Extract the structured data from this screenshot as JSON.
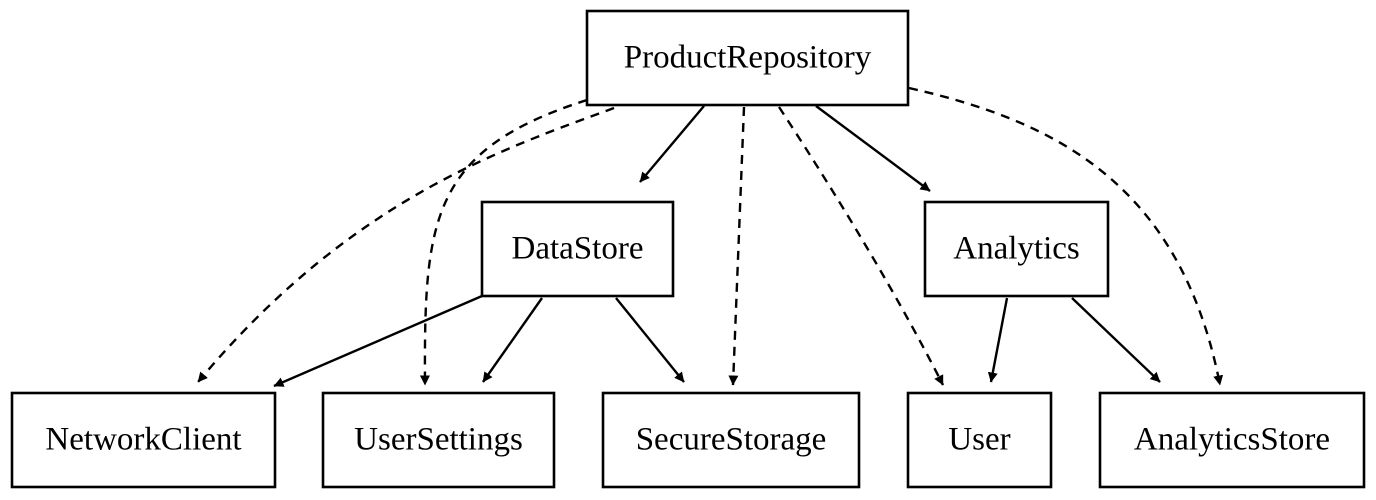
{
  "diagram": {
    "type": "dependency-graph",
    "nodes": [
      {
        "id": "ProductRepository",
        "label": "ProductRepository"
      },
      {
        "id": "DataStore",
        "label": "DataStore"
      },
      {
        "id": "Analytics",
        "label": "Analytics"
      },
      {
        "id": "NetworkClient",
        "label": "NetworkClient"
      },
      {
        "id": "UserSettings",
        "label": "UserSettings"
      },
      {
        "id": "SecureStorage",
        "label": "SecureStorage"
      },
      {
        "id": "User",
        "label": "User"
      },
      {
        "id": "AnalyticsStore",
        "label": "AnalyticsStore"
      }
    ],
    "edges": [
      {
        "from": "ProductRepository",
        "to": "DataStore",
        "style": "solid"
      },
      {
        "from": "ProductRepository",
        "to": "Analytics",
        "style": "solid"
      },
      {
        "from": "ProductRepository",
        "to": "NetworkClient",
        "style": "dashed"
      },
      {
        "from": "ProductRepository",
        "to": "UserSettings",
        "style": "dashed"
      },
      {
        "from": "ProductRepository",
        "to": "SecureStorage",
        "style": "dashed"
      },
      {
        "from": "ProductRepository",
        "to": "User",
        "style": "dashed"
      },
      {
        "from": "ProductRepository",
        "to": "AnalyticsStore",
        "style": "dashed"
      },
      {
        "from": "DataStore",
        "to": "NetworkClient",
        "style": "solid"
      },
      {
        "from": "DataStore",
        "to": "UserSettings",
        "style": "solid"
      },
      {
        "from": "DataStore",
        "to": "SecureStorage",
        "style": "solid"
      },
      {
        "from": "Analytics",
        "to": "User",
        "style": "solid"
      },
      {
        "from": "Analytics",
        "to": "AnalyticsStore",
        "style": "solid"
      }
    ]
  }
}
